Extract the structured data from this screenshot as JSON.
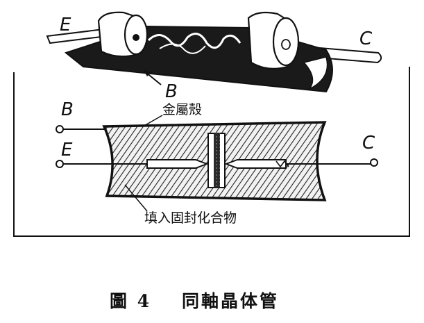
{
  "top_drawing": {
    "label_e": "E",
    "label_c": "C",
    "label_b": "B"
  },
  "schematic": {
    "label_b": "B",
    "label_e": "E",
    "label_c": "C",
    "shell_label": "金屬殼",
    "filling_label": "填入固封化合物"
  },
  "caption": {
    "figure_number": "圖 4",
    "title": "同軸晶体管"
  }
}
